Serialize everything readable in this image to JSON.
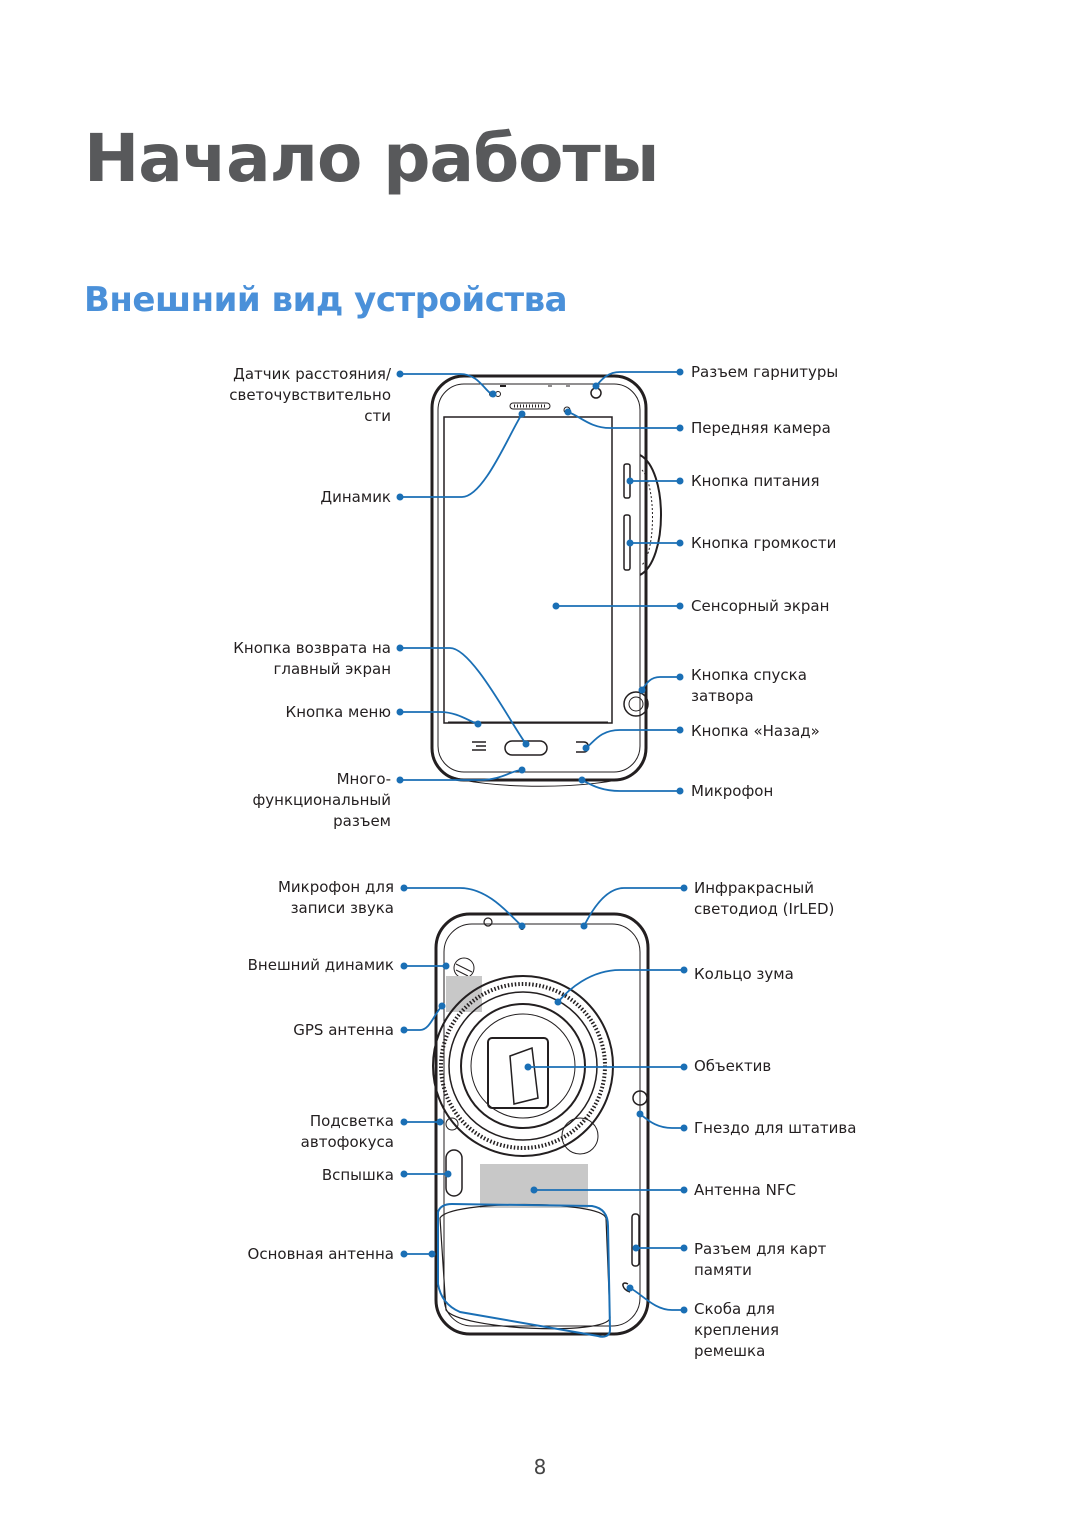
{
  "chapter_title": "Начало работы",
  "section_title": "Внешний вид устройства",
  "front_labels_left": {
    "proximity": [
      "Датчик расстояния/",
      "светочувствительно",
      "сти"
    ],
    "speaker": [
      "Динамик"
    ],
    "home": [
      "Кнопка возврата на",
      "главный экран"
    ],
    "menu": [
      "Кнопка меню"
    ],
    "multipurpose": [
      "Много-",
      "функциональный",
      "разъем"
    ]
  },
  "front_labels_right": {
    "headset": [
      "Разъем гарнитуры"
    ],
    "front_camera": [
      "Передняя камера"
    ],
    "power": [
      "Кнопка питания"
    ],
    "volume": [
      "Кнопка громкости"
    ],
    "touchscreen": [
      "Сенсорный экран"
    ],
    "shutter": [
      "Кнопка спуска",
      "затвора"
    ],
    "back": [
      "Кнопка «Назад»"
    ],
    "mic": [
      "Микрофон"
    ]
  },
  "rear_labels_left": {
    "rec_mic": [
      "Микрофон для",
      "записи звука"
    ],
    "ext_speaker": [
      "Внешний динамик"
    ],
    "gps": [
      "GPS антенна"
    ],
    "af_light": [
      "Подсветка",
      "автофокуса"
    ],
    "flash": [
      "Вспышка"
    ],
    "main_antenna": [
      "Основная антенна"
    ]
  },
  "rear_labels_right": {
    "irled": [
      "Инфракрасный",
      "светодиод (IrLED)"
    ],
    "zoom_ring": [
      "Кольцо зума"
    ],
    "lens": [
      "Объектив"
    ],
    "tripod": [
      "Гнездо для штатива"
    ],
    "nfc": [
      "Антенна NFC"
    ],
    "memory_card": [
      "Разъем для карт",
      "памяти"
    ],
    "strap": [
      "Скоба для",
      "крепления",
      "ремешка"
    ]
  },
  "page_number": "8",
  "colors": {
    "accent": "#4a90d9",
    "callout": "#1a6fb5",
    "title_gray": "#58595b"
  }
}
